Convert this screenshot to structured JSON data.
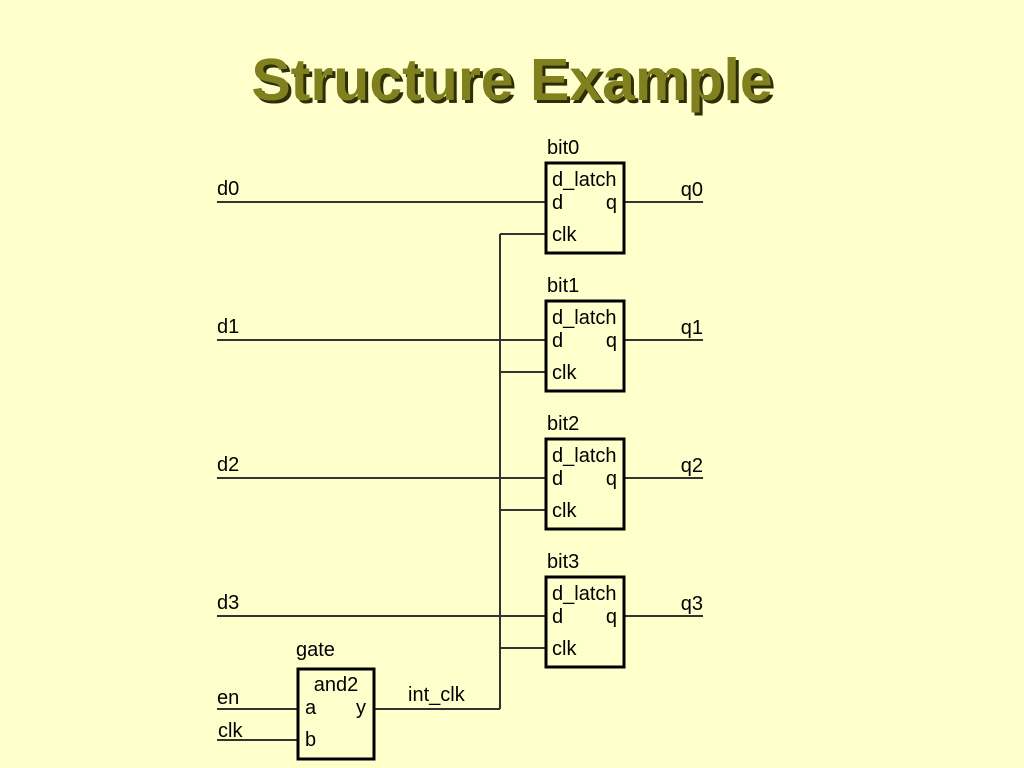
{
  "title": "Structure Example",
  "diagram": {
    "latches": [
      {
        "instance": "bit0",
        "component": "d_latch",
        "port_d": "d",
        "port_q": "q",
        "port_clk": "clk",
        "input": "d0",
        "output": "q0"
      },
      {
        "instance": "bit1",
        "component": "d_latch",
        "port_d": "d",
        "port_q": "q",
        "port_clk": "clk",
        "input": "d1",
        "output": "q1"
      },
      {
        "instance": "bit2",
        "component": "d_latch",
        "port_d": "d",
        "port_q": "q",
        "port_clk": "clk",
        "input": "d2",
        "output": "q2"
      },
      {
        "instance": "bit3",
        "component": "d_latch",
        "port_d": "d",
        "port_q": "q",
        "port_clk": "clk",
        "input": "d3",
        "output": "q3"
      }
    ],
    "gate": {
      "instance": "gate",
      "component": "and2",
      "port_a": "a",
      "port_b": "b",
      "port_y": "y",
      "input_en": "en",
      "input_clk": "clk",
      "output": "int_clk"
    }
  },
  "colors": {
    "background": "#FFFFCC",
    "title": "#80801F",
    "title_shadow": "#2E2E06",
    "wire": "#333333",
    "border": "#000000",
    "text": "#000000"
  }
}
